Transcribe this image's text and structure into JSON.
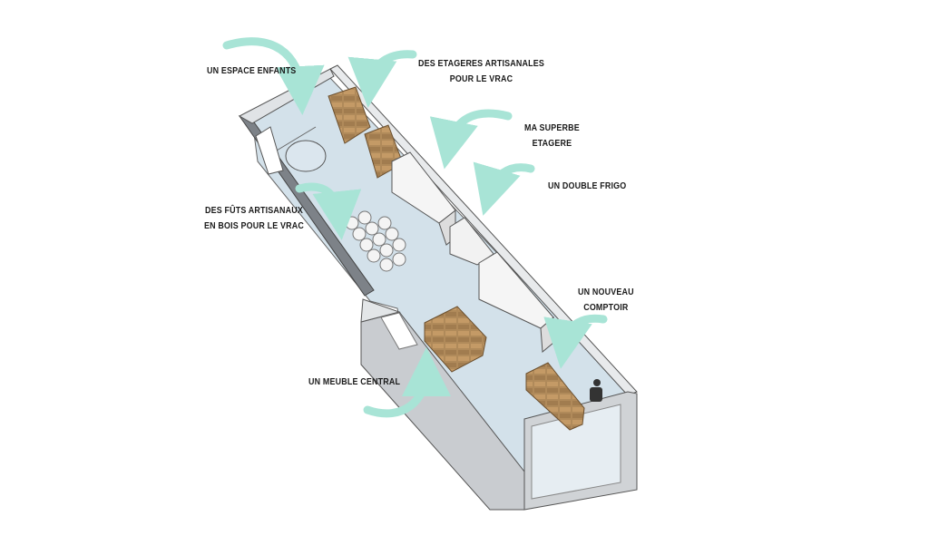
{
  "labels": {
    "kids_area": "UN ESPACE ENFANTS",
    "shelves_line1": "DES ETAGERES ARTISANALES",
    "shelves_line2": "POUR LE VRAC",
    "superb_line1": "MA SUPERBE",
    "superb_line2": "ETAGERE",
    "fridge": "UN DOUBLE FRIGO",
    "barrels_line1": "DES FÛTS ARTISANAUX",
    "barrels_line2": "EN BOIS POUR LE VRAC",
    "counter_line1": "UN NOUVEAU",
    "counter_line2": "COMPTOIR",
    "central": "UN MEUBLE CENTRAL"
  },
  "colors": {
    "arrow": "#a8e4d6",
    "floor": "#d3e1ea",
    "wall": "#c9ccd0",
    "wood": "#b08a5a"
  }
}
